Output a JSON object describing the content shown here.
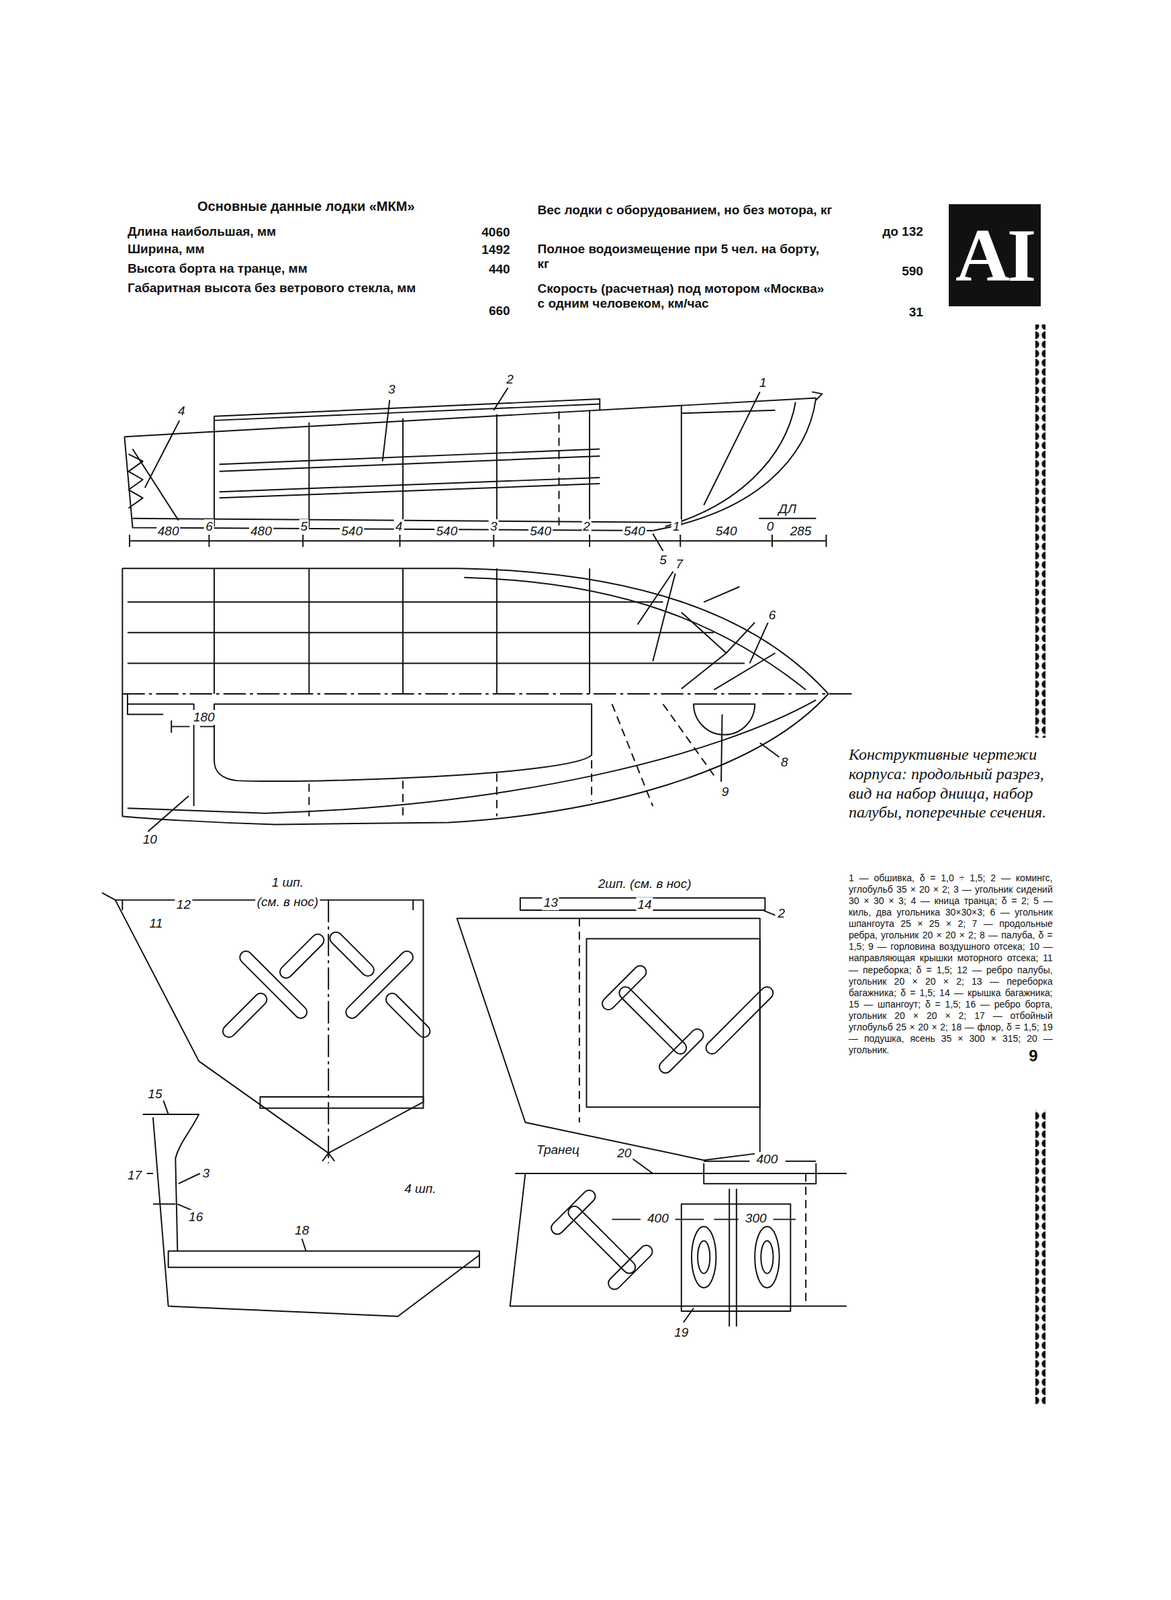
{
  "diagram": {
    "title": "Основные данные лодки «МКМ»",
    "caption": "Конструктивные чертежи корпуса: продольный разрез, вид на набор днища, набор палубы, поперечные сечения.",
    "nodes": [
      {
        "text": [
          "AI"
        ]
      }
    ],
    "labels": [
      "Длина наибольшая, мм",
      "4060",
      "Ширина, мм",
      "1492",
      "Высота борта на транце, мм",
      "440",
      "Габаритная высота без ветрового стекла, мм",
      "660",
      "Вес лодки с оборудованием, но без мотора, кг",
      "до 132",
      "Полное водоизмещение при 5 чел. на борту, кг",
      "590",
      "Скорость (расчетная) под мотором «Москва» с одним человеком, км/час",
      "31",
      "1",
      "2",
      "3",
      "4",
      "480",
      "6",
      "480",
      "5",
      "540",
      "4",
      "540",
      "3",
      "540",
      "2",
      "540",
      "1",
      "540",
      "0",
      "285",
      "ДЛ",
      "5",
      "7",
      "6",
      "180",
      "9",
      "8",
      "10",
      "1 шп.",
      "(см. в нос)",
      "2шп. (см. в нос)",
      "11",
      "12",
      "13",
      "14",
      "2",
      "15",
      "3",
      "17",
      "16",
      "4 шп.",
      "18",
      "Транец",
      "20",
      "400",
      "400",
      "300",
      "19",
      "1 — обшивка, δ = 1,0 ÷ 1,5; 2 — комингс, углобульб 35 × 20 × 2; 3 — угольник сидений 30 × 30 × 3; 4 — кница транца; δ = 2; 5 — киль, два угольника 30×30×3; 6 — угольник шпангоута 25 × 25 × 2; 7 — продольные ребра, угольник 20 × 20 × 2; 8 — палуба, δ = 1,5; 9 — горловина воздушного отсека; 10 — направляющая крышки моторного отсека; 11 — переборка; δ = 1,5; 12 — ребро палубы, угольник 20 × 20 × 2; 13 — переборка багажника; δ = 1,5; 14 — крышка багажника; 15 — шпангоут; δ = 1,5; 16 — ребро борта, угольник 20 × 20 × 2; 17 — отбойный углобульб 25 × 20 × 2; 18 — флор, δ = 1,5; 19 — подушка, ясень 35 × 300 × 315; 20 — угольник.",
      "9"
    ]
  }
}
